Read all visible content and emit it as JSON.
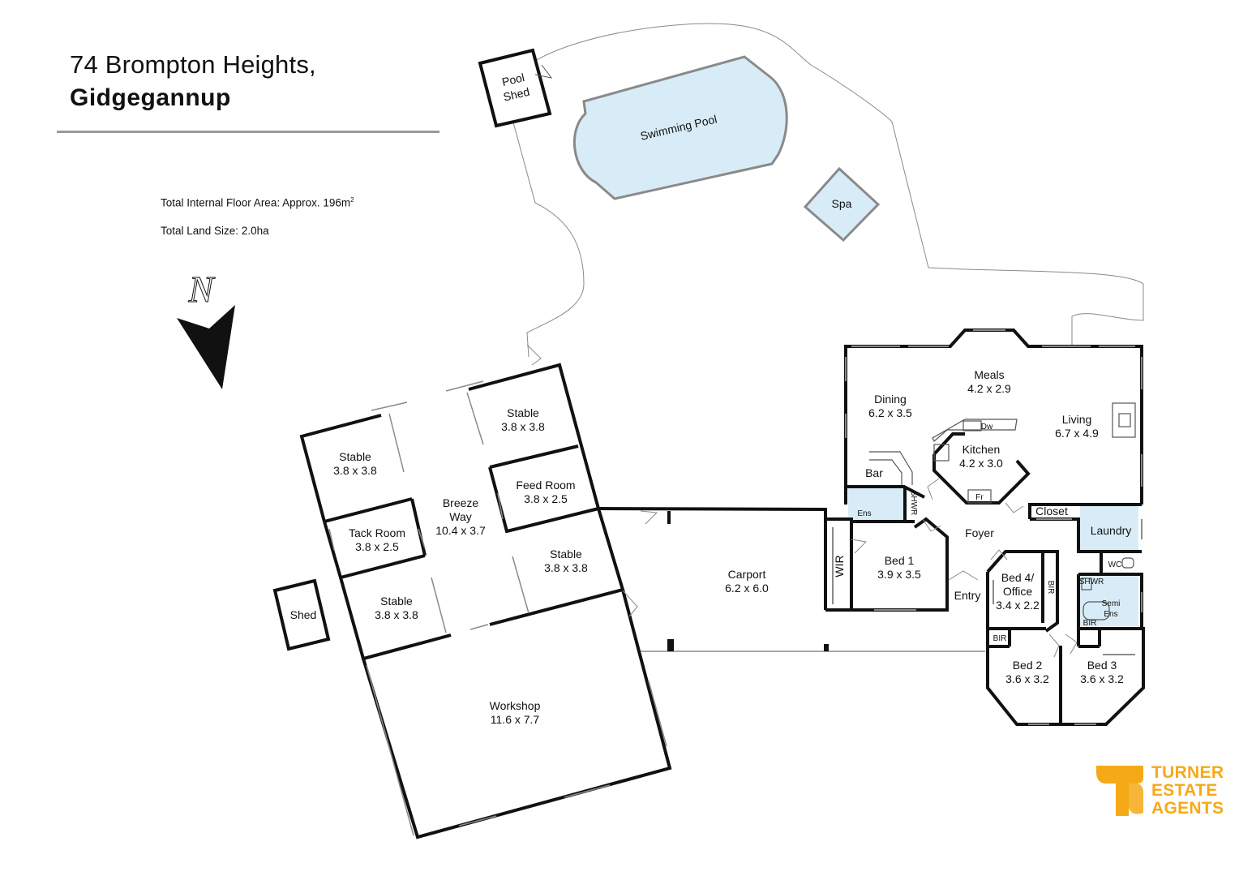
{
  "header": {
    "address_line1": "74 Brompton Heights,",
    "address_line2": "Gidgegannup"
  },
  "info": {
    "floor_area_prefix": "Total Internal Floor Area: Approx. 196m",
    "floor_area_sup": "2",
    "land_size": "Total Land Size: 2.0ha"
  },
  "compass": {
    "letter": "N"
  },
  "outdoor": {
    "pool_shed_1": "Pool",
    "pool_shed_2": "Shed",
    "pool": "Swimming Pool",
    "spa": "Spa",
    "shed": "Shed"
  },
  "stables": {
    "stable_a": {
      "name": "Stable",
      "size": "3.8 x 3.8"
    },
    "stable_b": {
      "name": "Stable",
      "size": "3.8 x 3.8"
    },
    "stable_c": {
      "name": "Stable",
      "size": "3.8 x 3.8"
    },
    "stable_d": {
      "name": "Stable",
      "size": "3.8 x 3.8"
    },
    "tack_room": {
      "name": "Tack Room",
      "size": "3.8 x 2.5"
    },
    "feed_room": {
      "name": "Feed Room",
      "size": "3.8 x 2.5"
    },
    "breeze_way": {
      "name1": "Breeze",
      "name2": "Way",
      "size": "10.4 x 3.7"
    },
    "workshop": {
      "name": "Workshop",
      "size": "11.6 x 7.7"
    }
  },
  "house": {
    "carport": {
      "name": "Carport",
      "size": "6.2 x 6.0"
    },
    "meals": {
      "name": "Meals",
      "size": "4.2 x 2.9"
    },
    "dining": {
      "name": "Dining",
      "size": "6.2 x 3.5"
    },
    "living": {
      "name": "Living",
      "size": "6.7 x 4.9"
    },
    "kitchen": {
      "name": "Kitchen",
      "size": "4.2 x 3.0"
    },
    "bar": "Bar",
    "dw": "Dw",
    "fr": "Fr",
    "ens": "Ens",
    "shwr": "SHWR",
    "foyer": "Foyer",
    "closet": "Closet",
    "laundry": "Laundry",
    "wc": "WC",
    "wir": "WIR",
    "bed1": {
      "name": "Bed 1",
      "size": "3.9 x 3.5"
    },
    "entry": "Entry",
    "bed4": {
      "name1": "Bed 4/",
      "name2": "Office",
      "size": "3.4 x 2.2"
    },
    "bir_bed4": "BIR",
    "semi_ens_1": "Semi",
    "semi_ens_2": "Ens",
    "shwr2": "SHWR",
    "bir_bed3": "BIR",
    "bir_bed2": "BIR",
    "bed2": {
      "name": "Bed 2",
      "size": "3.6 x 3.2"
    },
    "bed3": {
      "name": "Bed 3",
      "size": "3.6 x 3.2"
    }
  },
  "brand": {
    "line1": "TURNER",
    "line2": "ESTATE",
    "line3": "AGENTS",
    "color": "#f6a917"
  },
  "colors": {
    "wall": "#111111",
    "pool_fill": "#d8ecf8",
    "wet_area_fill": "#d8ecf8",
    "boundary": "#8a8a8a"
  }
}
